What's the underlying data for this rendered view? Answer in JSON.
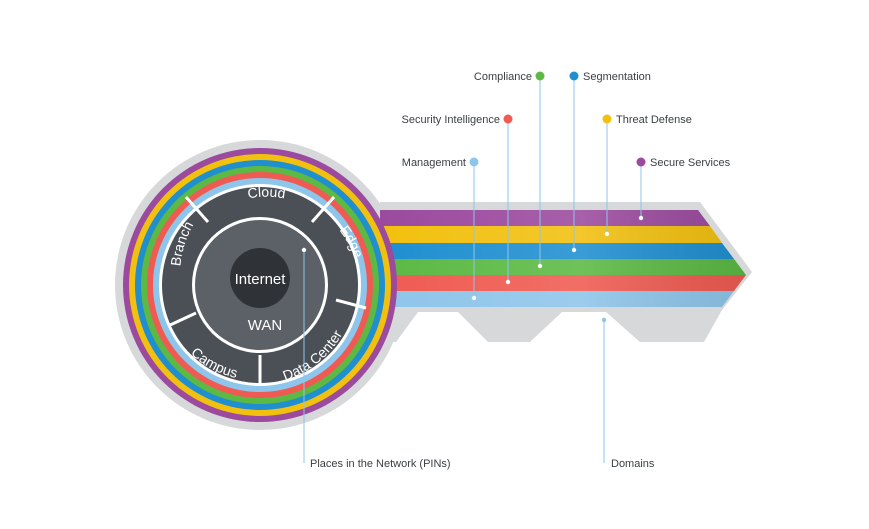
{
  "colors": {
    "secure_services": "#9b4a9e",
    "threat_defense": "#f2c00f",
    "segmentation": "#1f8fd0",
    "compliance": "#5cb944",
    "security_intelligence": "#ef5b52",
    "management": "#8ec5ea",
    "dark_segment": "#4a5056",
    "core": "#2f3338",
    "grey": "#d6d8da"
  },
  "legend": {
    "compliance": "Compliance",
    "segmentation": "Segmentation",
    "security_intelligence": "Security Intelligence",
    "threat_defense": "Threat Defense",
    "management": "Management",
    "secure_services": "Secure Services"
  },
  "segments": {
    "cloud": "Cloud",
    "edge": "Edge",
    "data_center": "Data Center",
    "campus": "Campus",
    "branch": "Branch"
  },
  "core": {
    "internet": "Internet",
    "wan": "WAN"
  },
  "callouts": {
    "pins": "Places in the Network (PINs)",
    "domains": "Domains"
  }
}
